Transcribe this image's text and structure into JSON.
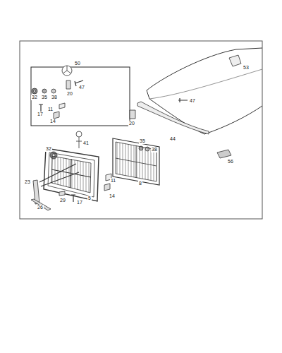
{
  "diagram": {
    "labels": [
      "50",
      "53",
      "47",
      "20",
      "32",
      "35",
      "38",
      "11",
      "17",
      "14",
      "47",
      "20",
      "44",
      "41",
      "35",
      "38",
      "32",
      "56",
      "23",
      "11",
      "8",
      "14",
      "5",
      "29",
      "17",
      "26"
    ]
  }
}
